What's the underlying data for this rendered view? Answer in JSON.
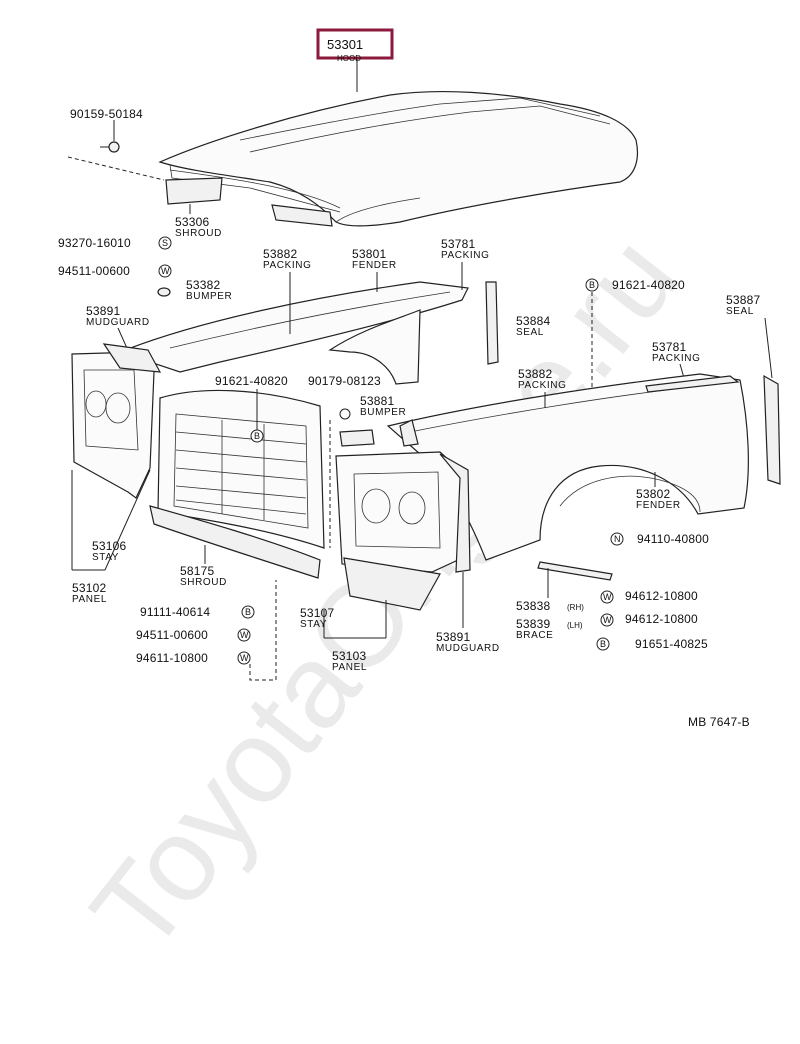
{
  "watermark": "ToyotaOrigine.ru",
  "diagram_code": "MB  7647-B",
  "highlighted": {
    "number": "53301",
    "name": "HOOD",
    "color": "#8b1a3c"
  },
  "labels": {
    "p90159": "90159-50184",
    "p53306": "53306",
    "n53306": "SHROUD",
    "p93270": "93270-16010",
    "p94511a": "94511-00600",
    "p53382": "53382",
    "n53382": "BUMPER",
    "p53891a": "53891",
    "n53891a": "MUDGUARD",
    "p53882a": "53882",
    "n53882a": "PACKING",
    "p53801": "53801",
    "n53801": "FENDER",
    "p53781a": "53781",
    "n53781a": "PACKING",
    "p91621a": "91621-40820",
    "p53884": "53884",
    "n53884": "SEAL",
    "p53887": "53887",
    "n53887": "SEAL",
    "p53781b": "53781",
    "n53781b": "PACKING",
    "p53882b": "53882",
    "n53882b": "PACKING",
    "p91621b": "91621-40820",
    "p90179": "90179-08123",
    "p53881": "53881",
    "n53881": "BUMPER",
    "p53802": "53802",
    "n53802": "FENDER",
    "p94110": "94110-40800",
    "p53106": "53106",
    "n53106": "STAY",
    "p53102": "53102",
    "n53102": "PANEL",
    "p58175": "58175",
    "n58175": "SHROUD",
    "p91111": "91111-40614",
    "p94511b": "94511-00600",
    "p94611": "94611-10800",
    "p53107": "53107",
    "n53107": "STAY",
    "p53103": "53103",
    "n53103": "PANEL",
    "p53891b": "53891",
    "n53891b": "MUDGUARD",
    "p53838": "53838",
    "s53838": "(RH)",
    "p53839": "53839",
    "s53839": "(LH)",
    "n53838": "BRACE",
    "p94612a": "94612-10800",
    "p94612b": "94612-10800",
    "p91651": "91651-40825"
  },
  "symbols": {
    "S": "S",
    "W": "W",
    "B": "B",
    "N": "N"
  }
}
